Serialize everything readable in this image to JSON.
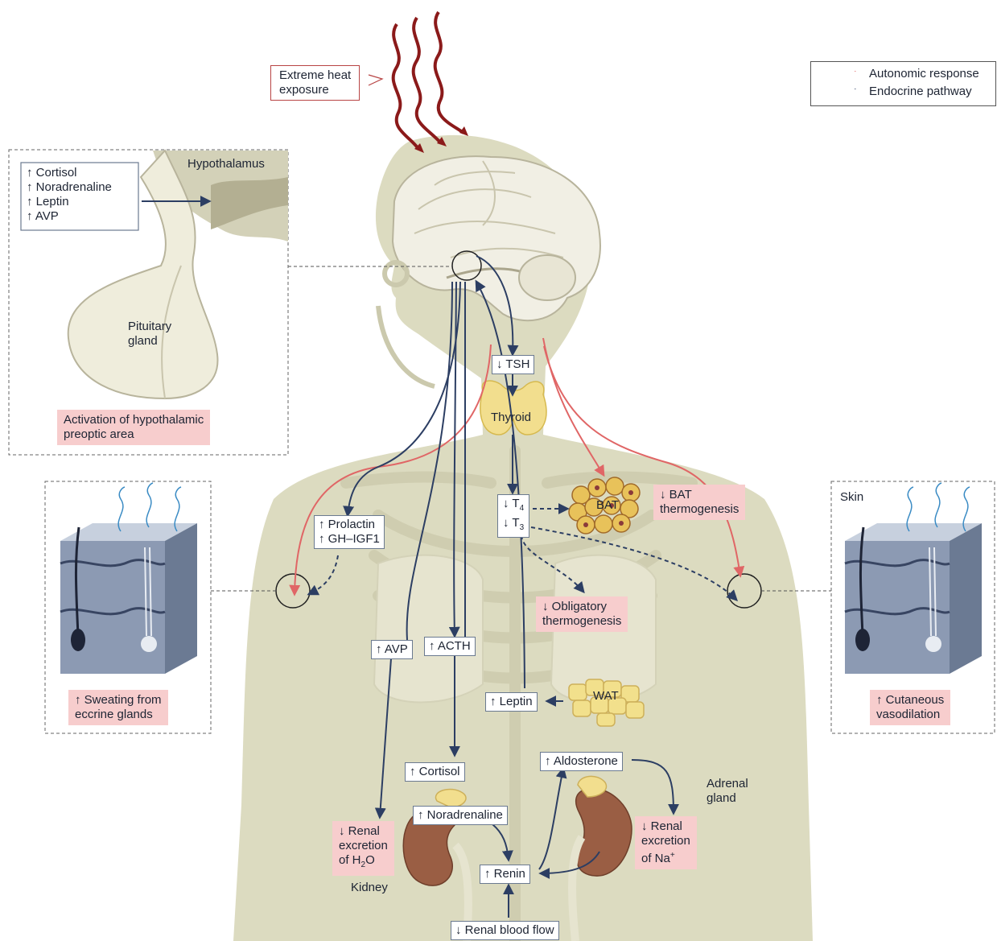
{
  "legend": {
    "autonomic": "Autonomic response",
    "endocrine": "Endocrine pathway",
    "autonomic_color": "#e06666",
    "endocrine_color": "#2c3e63"
  },
  "stimulus": {
    "line1": "Extreme heat",
    "line2": "exposure"
  },
  "inset_hypothalamus": {
    "title": "Hypothalamus",
    "hormones": [
      "↑ Cortisol",
      "↑ Noradrenaline",
      "↑ Leptin",
      "↑ AVP"
    ],
    "pituitary_line1": "Pituitary",
    "pituitary_line2": "gland",
    "outcome_line1": "Activation of hypothalamic",
    "outcome_line2": "preoptic area"
  },
  "inset_sweat": {
    "outcome_line1": "↑ Sweating from",
    "outcome_line2": "eccrine glands"
  },
  "inset_skin": {
    "title": "Skin",
    "outcome_line1": "↑ Cutaneous",
    "outcome_line2": "vasodilation"
  },
  "body": {
    "tsh": "↓ TSH",
    "thyroid": "Thyroid",
    "t4": "↓ T",
    "t4_sub": "4",
    "t3": "↓ T",
    "t3_sub": "3",
    "bat": "BAT",
    "bat_effect_line1": "↓ BAT",
    "bat_effect_line2": "thermogenesis",
    "obligatory_line1": "↓ Obligatory",
    "obligatory_line2": "thermogenesis",
    "prolactin": "↑ Prolactin",
    "gh": "↑ GH–IGF1",
    "avp": "↑ AVP",
    "acth": "↑ ACTH",
    "leptin": "↑ Leptin",
    "wat": "WAT",
    "cortisol": "↑ Cortisol",
    "noradrenaline": "↑ Noradrenaline",
    "aldosterone": "↑ Aldosterone",
    "adrenal_line1": "Adrenal",
    "adrenal_line2": "gland",
    "renal_h2o_line1": "↓ Renal",
    "renal_h2o_line2": "excretion",
    "renal_h2o_line3": "of H",
    "renal_h2o_sub": "2",
    "renal_h2o_tail": "O",
    "renal_na_line1": "↓ Renal",
    "renal_na_line2": "excretion",
    "renal_na_line3": "of Na",
    "renal_na_sup": "+",
    "renin": "↑ Renin",
    "kidney": "Kidney",
    "blood_flow": "↓ Renal blood flow"
  }
}
